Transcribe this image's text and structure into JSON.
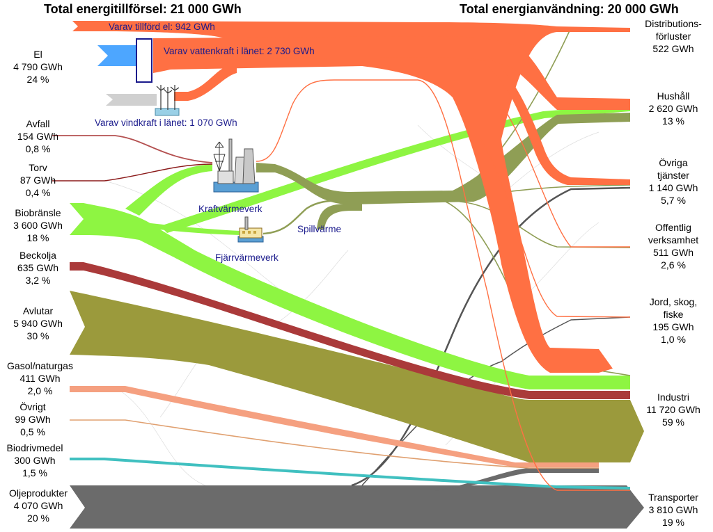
{
  "headers": {
    "supply": "Total energitillförsel: 21 000 GWh",
    "use": "Total energianvändning: 20 000 GWh"
  },
  "sources": [
    {
      "key": "el",
      "name": "El",
      "value": "4 790 GWh",
      "share": "24 %",
      "color": "#ff7043"
    },
    {
      "key": "avfall",
      "name": "Avfall",
      "value": "154 GWh",
      "share": "0,8 %",
      "color": "#b45050"
    },
    {
      "key": "torv",
      "name": "Torv",
      "value": "87 GWh",
      "share": "0,4 %",
      "color": "#8b1a1a"
    },
    {
      "key": "biobransle",
      "name": "Biobränsle",
      "value": "3 600 GWh",
      "share": "18 %",
      "color": "#8ef542"
    },
    {
      "key": "beckolja",
      "name": "Beckolja",
      "value": "635 GWh",
      "share": "3,2 %",
      "color": "#aa3a3a"
    },
    {
      "key": "avlutar",
      "name": "Avlutar",
      "value": "5 940 GWh",
      "share": "30 %",
      "color": "#9b9a3c"
    },
    {
      "key": "gasol",
      "name": "Gasol/naturgas",
      "value": "411 GWh",
      "share": "2,0 %",
      "color": "#f5a080"
    },
    {
      "key": "ovrigt",
      "name": "Övrigt",
      "value": "99 GWh",
      "share": "0,5 %",
      "color": "#e0a070"
    },
    {
      "key": "biodrivmedel",
      "name": "Biodrivmedel",
      "value": "300 GWh",
      "share": "1,5 %",
      "color": "#40c0c0"
    },
    {
      "key": "olje",
      "name": "Oljeprodukter",
      "value": "4 070 GWh",
      "share": "20 %",
      "color": "#6b6b6b"
    }
  ],
  "sinks": [
    {
      "key": "distribution",
      "lines": [
        "Distributions-",
        "förluster"
      ],
      "value": "522 GWh",
      "share": ""
    },
    {
      "key": "hushall",
      "lines": [
        "Hushåll"
      ],
      "value": "2 620 GWh",
      "share": "13 %"
    },
    {
      "key": "ovriga_tjanster",
      "lines": [
        "Övriga",
        "tjänster"
      ],
      "value": "1 140 GWh",
      "share": "5,7 %"
    },
    {
      "key": "offentlig",
      "lines": [
        "Offentlig",
        "verksamhet"
      ],
      "value": "511 GWh",
      "share": "2,6 %"
    },
    {
      "key": "jord",
      "lines": [
        "Jord, skog,",
        "fiske"
      ],
      "value": "195 GWh",
      "share": "1,0 %"
    },
    {
      "key": "industri",
      "lines": [
        "Industri"
      ],
      "value": "11 720 GWh",
      "share": "59 %"
    },
    {
      "key": "transporter",
      "lines": [
        "Transporter"
      ],
      "value": "3 810 GWh",
      "share": "19 %"
    }
  ],
  "notes": {
    "tillford_el": "Varav tillförd el: 942 GWh",
    "vattenkraft": "Varav vattenkraft i länet: 2 730 GWh",
    "vindkraft": "Varav vindkraft i länet: 1 070 GWh"
  },
  "plants": {
    "kraftvarmeverk": "Kraftvärmeverk",
    "fjarrvarmeverk": "Fjärrvärmeverk",
    "spillvarme": "Spillvärme"
  },
  "colors": {
    "el": "#ff7043",
    "district_heat": "#8f9e55",
    "bio": "#8ef542",
    "hydro": "#4da6ff",
    "wind_gray": "#d0d0d0",
    "avlutar": "#9b9a3c",
    "olje": "#6b6b6b",
    "beckolja": "#aa3a3a"
  },
  "icons": {
    "hydro": "hydro-dam-icon",
    "wind": "wind-turbine-icon",
    "chp": "power-plant-icon",
    "heat": "heating-plant-icon"
  }
}
